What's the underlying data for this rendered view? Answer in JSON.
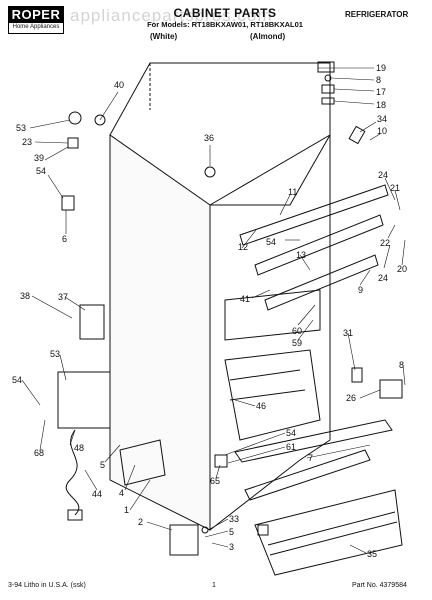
{
  "header": {
    "brand": "ROPER",
    "brand_tagline": "Home Appliances",
    "title": "CABINET PARTS",
    "models_line": "For Models: RT18BKXAW01, RT18BKXAL01",
    "variant_white": "(White)",
    "variant_almond": "(Almond)",
    "category": "REFRIGERATOR",
    "watermark": "appliancepartspros.com"
  },
  "callouts": [
    "19",
    "8",
    "17",
    "18",
    "34",
    "10",
    "40",
    "53",
    "23",
    "39",
    "54",
    "6",
    "36",
    "11",
    "24",
    "21",
    "22",
    "12",
    "54",
    "13",
    "9",
    "24",
    "20",
    "41",
    "60",
    "59",
    "38",
    "37",
    "31",
    "53",
    "8",
    "54",
    "46",
    "26",
    "48",
    "68",
    "44",
    "5",
    "4",
    "54",
    "61",
    "7",
    "65",
    "1",
    "2",
    "33",
    "5",
    "3",
    "35"
  ],
  "footer": {
    "left": "3-94 Litho in U.S.A. (ssk)",
    "center": "1",
    "right": "Part No. 4379584"
  }
}
